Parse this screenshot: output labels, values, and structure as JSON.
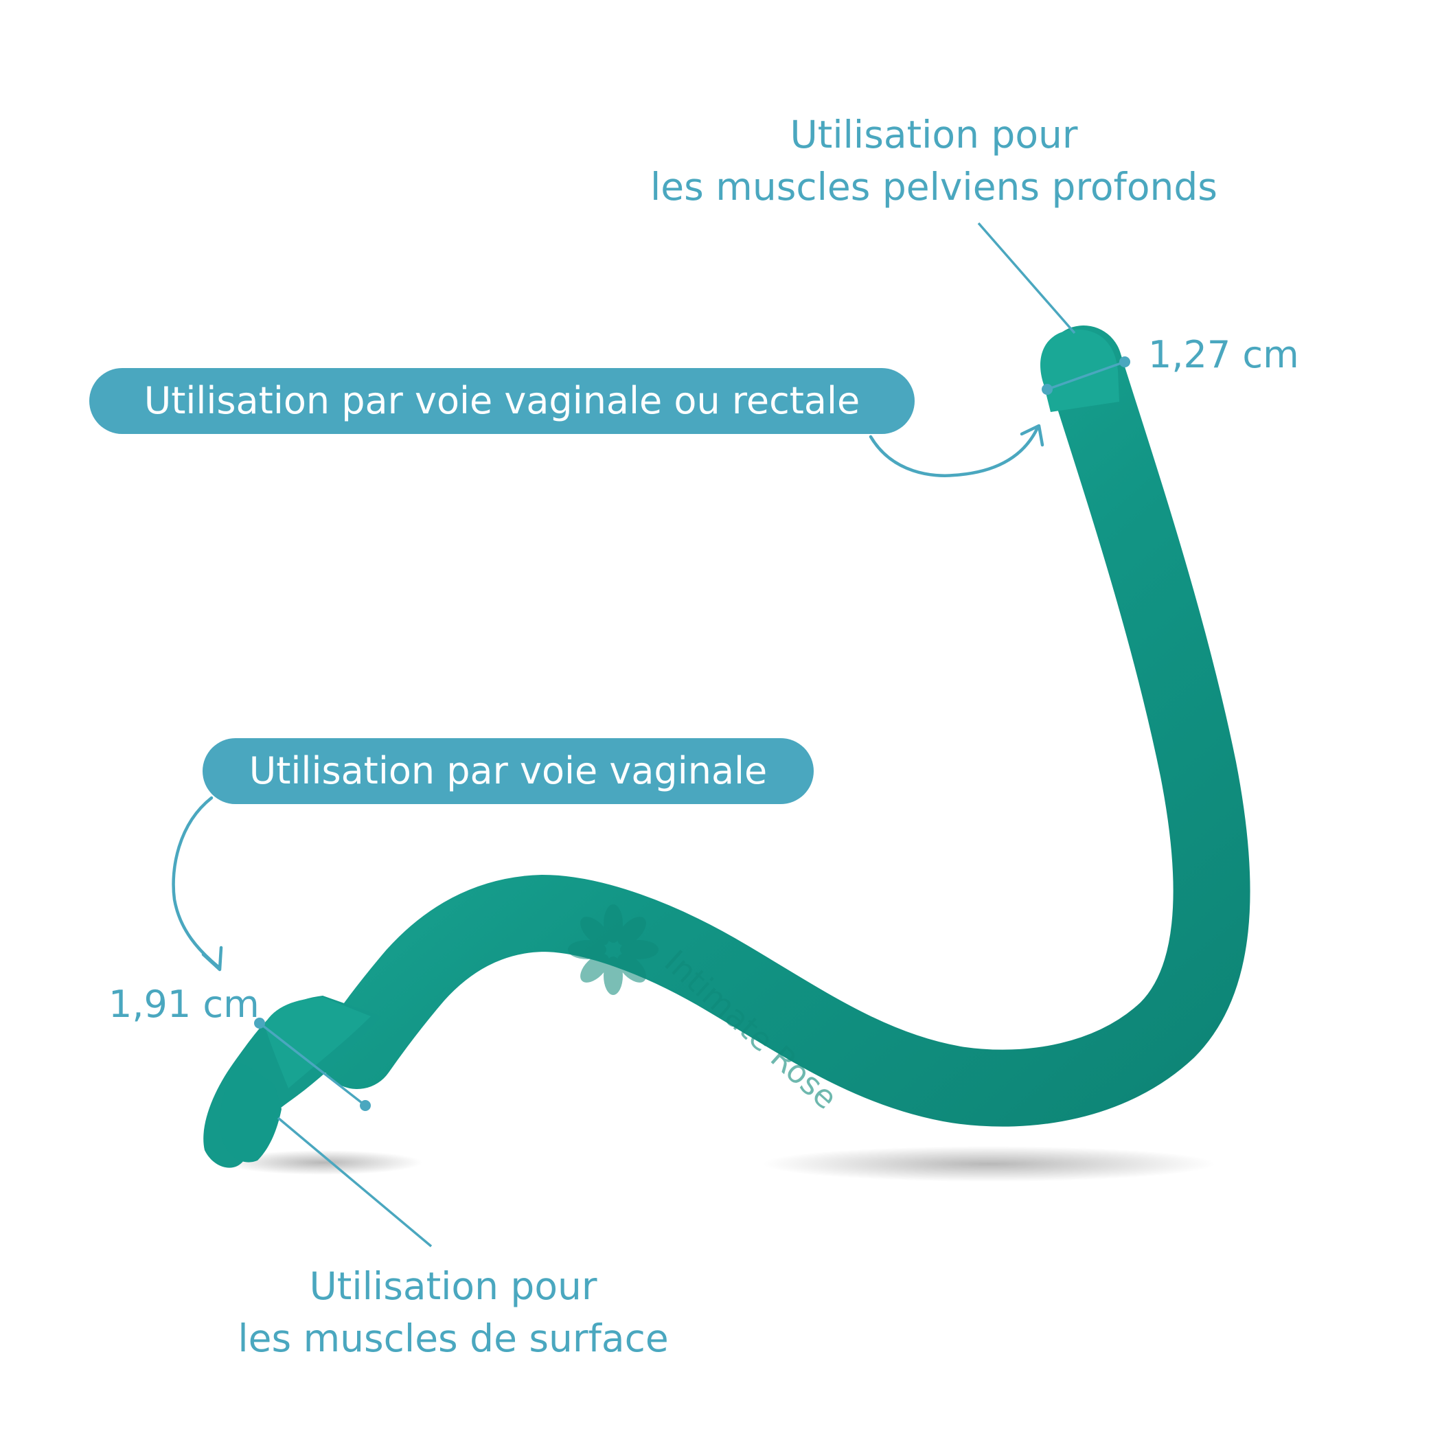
{
  "colors": {
    "accent": "#4aa7bf",
    "product": "#139484",
    "product_light": "#1fae9c",
    "pill_text": "#ffffff"
  },
  "labels": {
    "deep": {
      "line1": "Utilisation pour",
      "line2": "les muscles pelviens profonds"
    },
    "surface": {
      "line1": "Utilisation pour",
      "line2": "les muscles de surface"
    },
    "narrow_diameter": "1,27 cm",
    "wide_diameter": "1,91 cm",
    "usage_both": "Utilisation par voie vaginale ou rectale",
    "usage_vaginal": "Utilisation par voie vaginale"
  },
  "product": {
    "brand_watermark": "Intimate Rose",
    "logo": "flower-icon"
  }
}
